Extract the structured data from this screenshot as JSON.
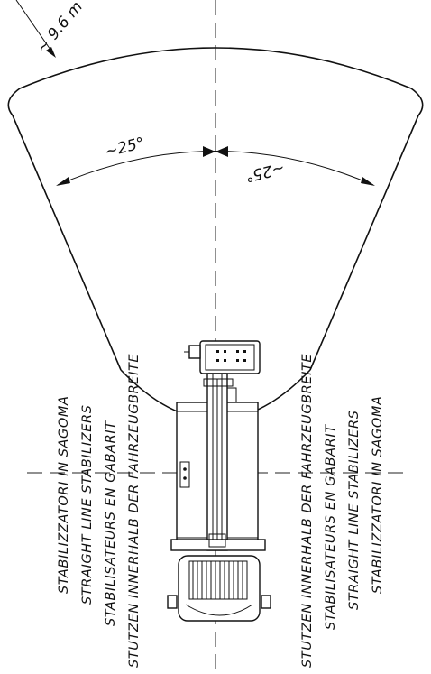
{
  "radius_label": "~ 9.6 m",
  "angle_left": "~25°",
  "angle_right": "~25°",
  "left_labels": [
    "STABILIZZATORI IN SAGOMA",
    "STRAIGHT LINE STABILIZERS",
    "STABILISATEURS EN GABARIT",
    "STUTZEN INNERHALB DER FAHRZEUGBREITE"
  ],
  "right_labels": [
    "STUTZEN INNERHALB DER FAHRZEUGBREITE",
    "STABILISATEURS EN GABARIT",
    "STRAIGHT LINE STABILIZERS",
    "STABILIZZATORI IN SAGOMA"
  ]
}
